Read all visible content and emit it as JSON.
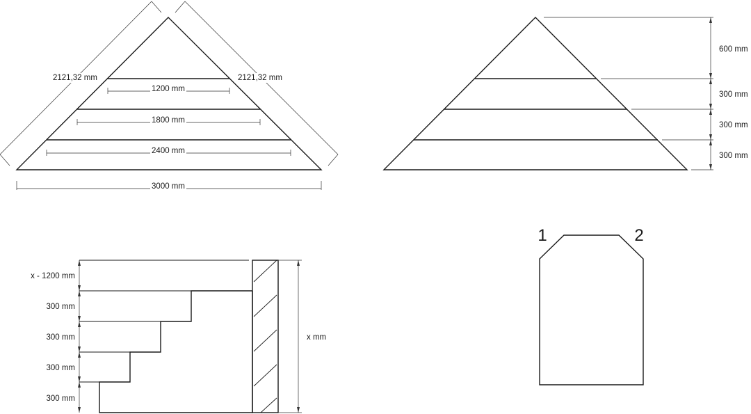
{
  "triangle_front": {
    "slope_left": "2121,32 mm",
    "slope_right": "2121,32 mm",
    "width_1": "1200 mm",
    "width_2": "1800 mm",
    "width_3": "2400 mm",
    "base": "3000 mm"
  },
  "triangle_side": {
    "h_top": "600 mm",
    "h_2": "300 mm",
    "h_3": "300 mm",
    "h_4": "300 mm"
  },
  "stairs_section": {
    "top": "x - 1200 mm",
    "step_1": "300 mm",
    "step_2": "300 mm",
    "step_3": "300 mm",
    "step_4": "300 mm",
    "total": "x mm"
  },
  "profile": {
    "corner_1": "1",
    "corner_2": "2"
  }
}
